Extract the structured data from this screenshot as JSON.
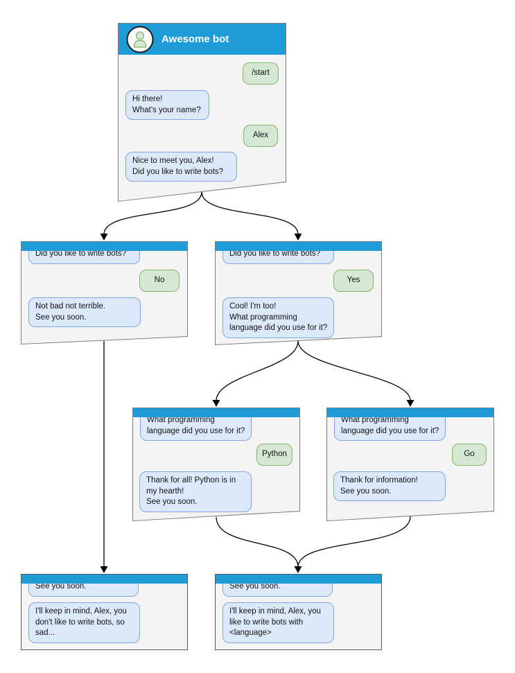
{
  "colors": {
    "header_blue": "#1e9cd8",
    "window_fill": "#f4f4f4",
    "window_border": "#7d7d7d",
    "bubble_bot_fill": "#dbe9fb",
    "bubble_bot_border": "#7ea6e0",
    "bubble_user_fill": "#d5e8d4",
    "bubble_user_border": "#82b366",
    "arrow_color": "#000000"
  },
  "windows": [
    {
      "id": "start",
      "title": "Awesome bot",
      "messages": [
        {
          "from": "user",
          "text": "/start"
        },
        {
          "from": "bot",
          "text": "Hi there!\nWhat's your name?"
        },
        {
          "from": "user",
          "text": "Alex"
        },
        {
          "from": "bot",
          "text": "Nice to meet you, Alex!\nDid you like to write bots?"
        }
      ]
    },
    {
      "id": "no-branch",
      "messages": [
        {
          "from": "bot",
          "text": "Did you like to write bots?"
        },
        {
          "from": "user",
          "text": "No"
        },
        {
          "from": "bot",
          "text": "Not bad not terrible.\nSee you soon."
        }
      ]
    },
    {
      "id": "yes-branch",
      "messages": [
        {
          "from": "bot",
          "text": "Did you like to write bots?"
        },
        {
          "from": "user",
          "text": "Yes"
        },
        {
          "from": "bot",
          "text": "Cool! I'm too!\nWhat programming\nlanguage did you use for it?"
        }
      ]
    },
    {
      "id": "python-branch",
      "messages": [
        {
          "from": "bot",
          "text": "What programming\nlanguage did you use for it?"
        },
        {
          "from": "user",
          "text": "Python"
        },
        {
          "from": "bot",
          "text": "Thank for all! Python is in\nmy hearth!\nSee you soon."
        }
      ]
    },
    {
      "id": "go-branch",
      "messages": [
        {
          "from": "bot",
          "text": "What programming\nlanguage did you use for it?"
        },
        {
          "from": "user",
          "text": "Go"
        },
        {
          "from": "bot",
          "text": "Thank for information!\nSee you soon."
        }
      ]
    },
    {
      "id": "end-no",
      "messages": [
        {
          "from": "bot",
          "text": "See you soon."
        },
        {
          "from": "bot",
          "text": "I'll keep in mind, Alex, you\ndon't like to write bots, so\nsad..."
        }
      ]
    },
    {
      "id": "end-yes",
      "messages": [
        {
          "from": "bot",
          "text": "See you soon."
        },
        {
          "from": "bot",
          "text": "I'll keep in mind, Alex, you\nlike to write bots with\n<language>"
        }
      ]
    }
  ],
  "edges": [
    {
      "from": "start",
      "to": "no-branch"
    },
    {
      "from": "start",
      "to": "yes-branch"
    },
    {
      "from": "yes-branch",
      "to": "python-branch"
    },
    {
      "from": "yes-branch",
      "to": "go-branch"
    },
    {
      "from": "no-branch",
      "to": "end-no"
    },
    {
      "from": "python-branch",
      "to": "end-yes"
    },
    {
      "from": "go-branch",
      "to": "end-yes"
    }
  ]
}
